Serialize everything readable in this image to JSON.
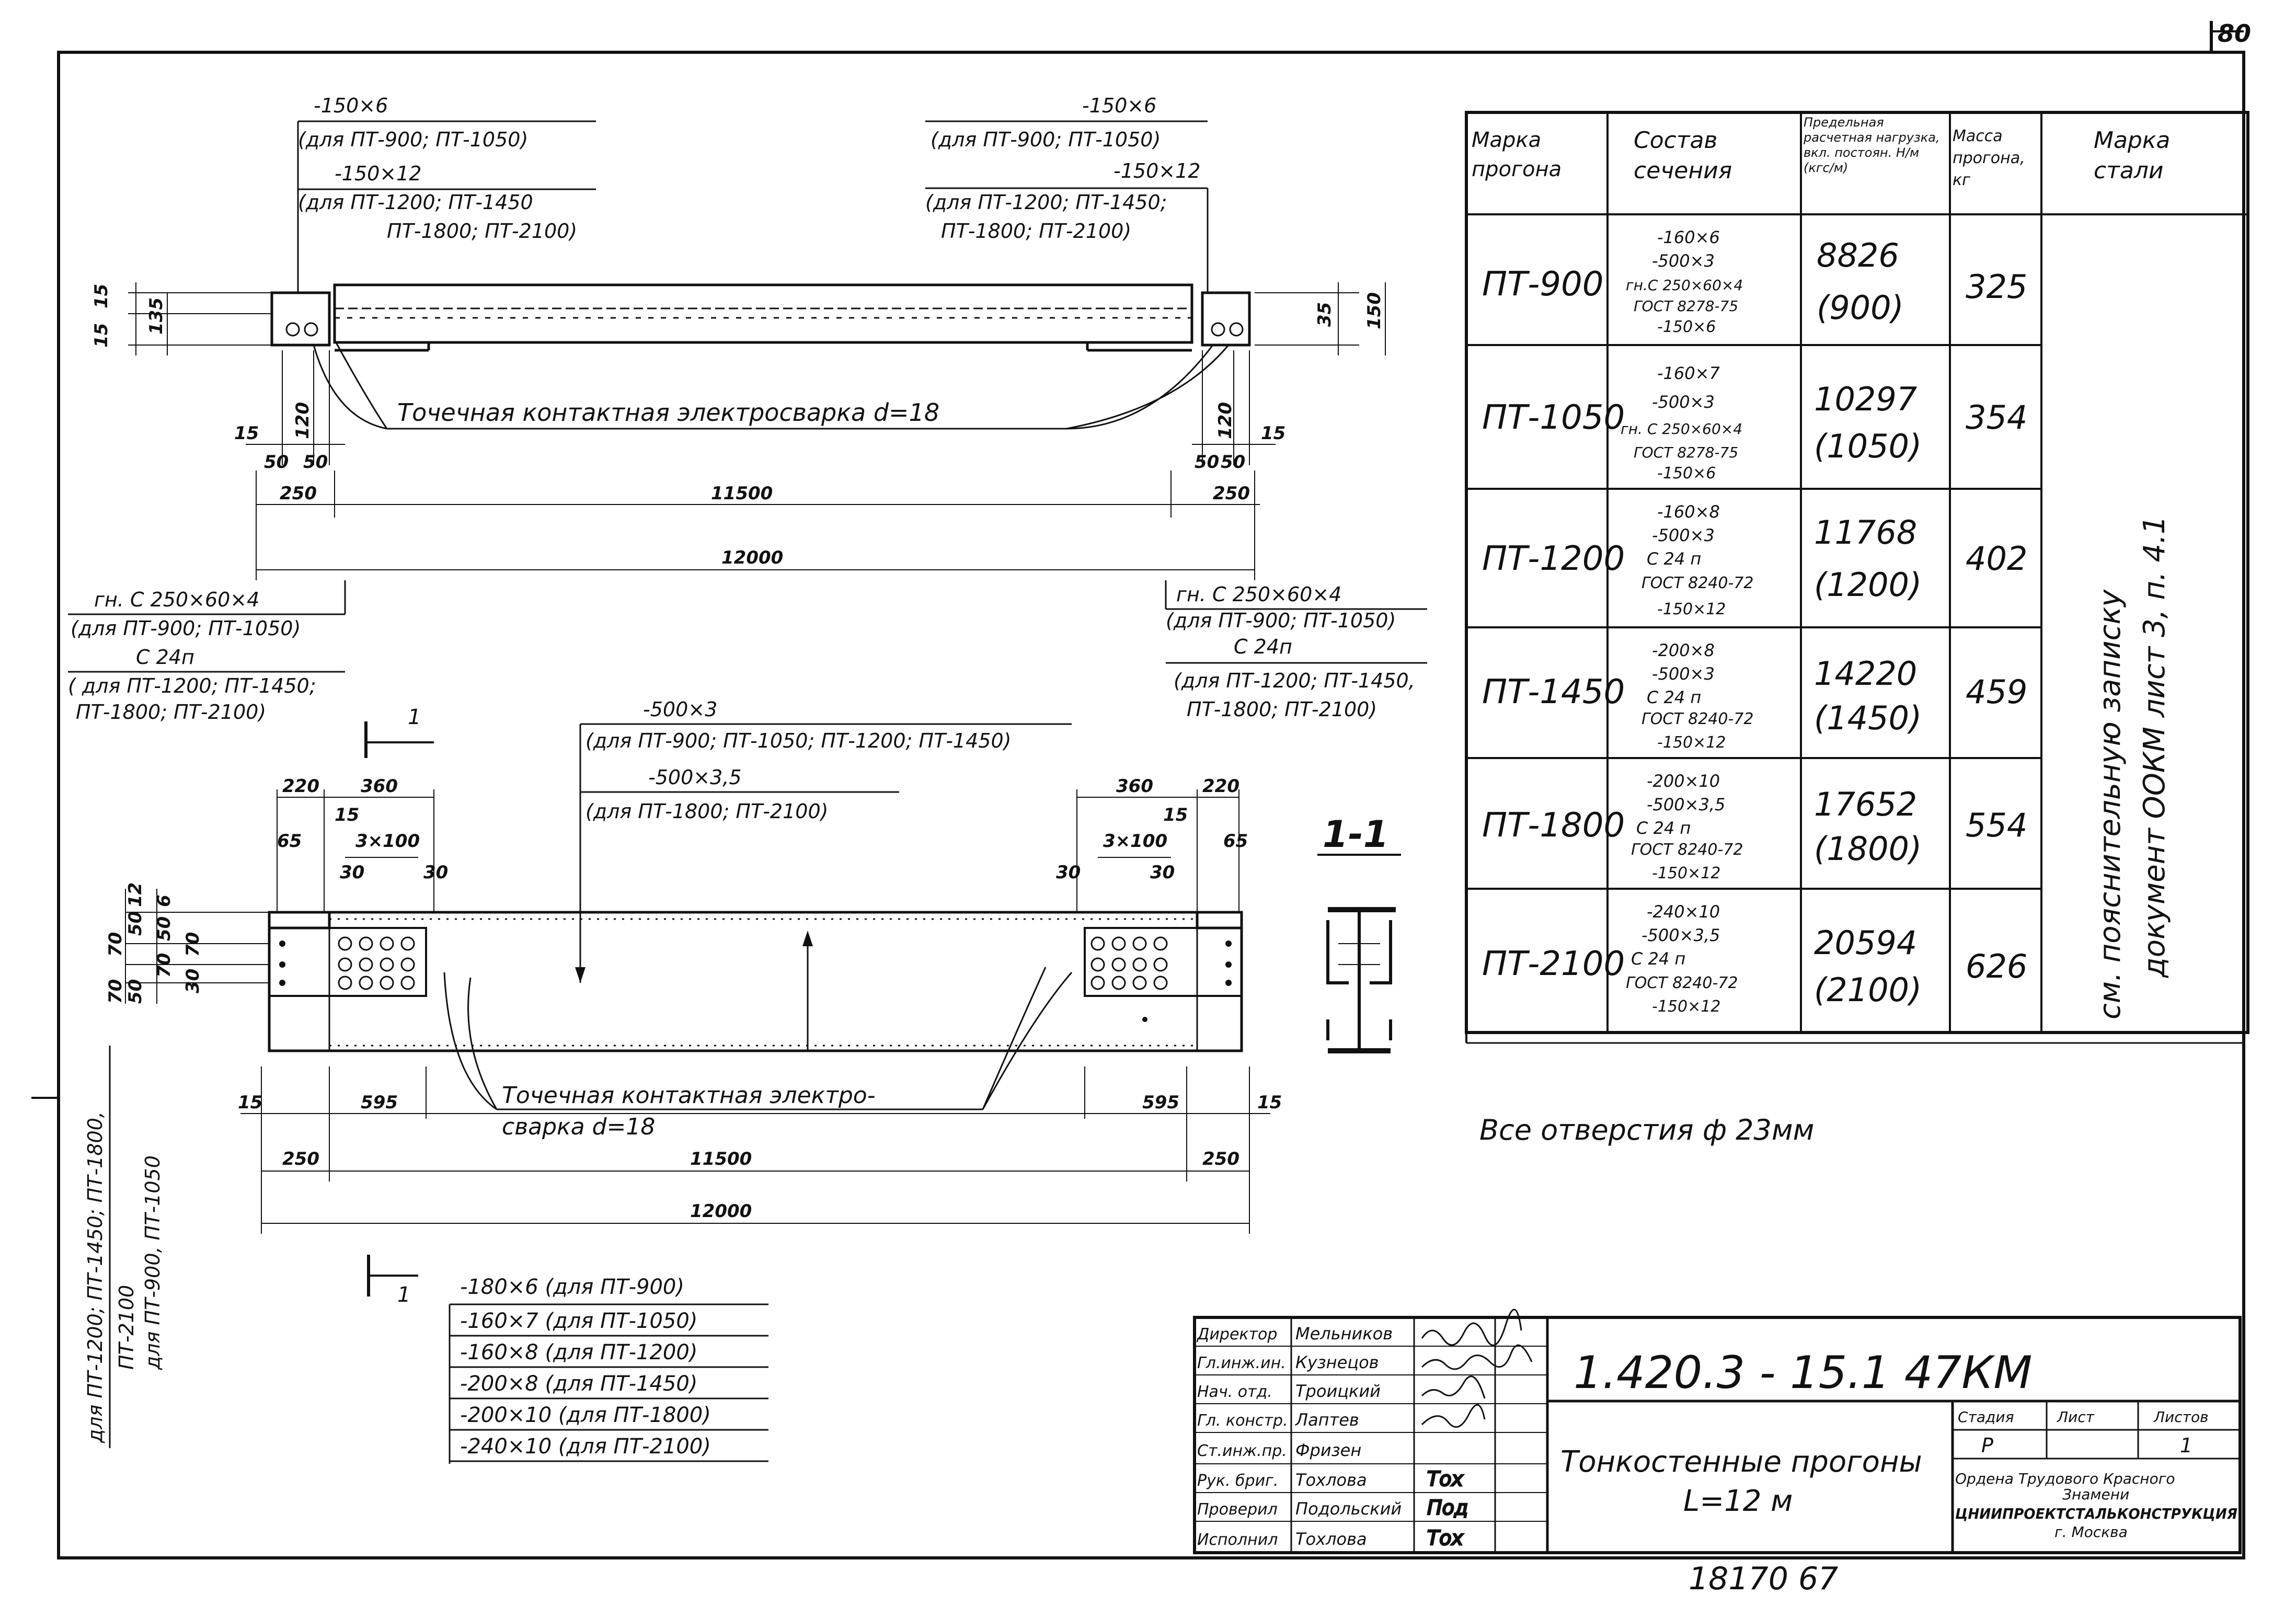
{
  "sheet_number": "80",
  "top_view": {
    "left_plate_notes": [
      "-150×6",
      "(для ПТ-900; ПТ-1050)",
      "-150×12",
      "(для ПТ-1200; ПТ-1450",
      "ПТ-1800; ПТ-2100)"
    ],
    "right_plate_notes": [
      "-150×6",
      "(для ПТ-900; ПТ-1050)",
      "-150×12",
      "(для ПТ-1200; ПТ-1450;",
      "ПТ-1800; ПТ-2100)"
    ],
    "weld_label": "Точечная   контактная   электросварка   d=18",
    "dims": {
      "d15a": "15",
      "d15b": "15",
      "d35": "35",
      "d150": "150",
      "d135": "135",
      "d120": "120",
      "d15": "15",
      "d50": "50",
      "d50b": "50",
      "d250": "250",
      "d11500": "11500",
      "d12000": "12000"
    },
    "left_channel_notes": [
      "гн. С 250×60×4",
      "(для ПТ-900; ПТ-1050)",
      "С 24п",
      "( для ПТ-1200; ПТ-1450;",
      "ПТ-1800; ПТ-2100)"
    ],
    "right_channel_notes": [
      "гн. С 250×60×4",
      "(для ПТ-900; ПТ-1050)",
      "С 24п",
      "(для ПТ-1200; ПТ-1450,",
      "ПТ-1800; ПТ-2100)"
    ]
  },
  "bottom_view": {
    "web_notes": [
      "-500×3",
      "(для ПТ-900; ПТ-1050; ПТ-1200; ПТ-1450)",
      "-500×3,5",
      "(для ПТ-1800; ПТ-2100)"
    ],
    "section_mark": "1",
    "section_title": "1-1",
    "dims": {
      "d220": "220",
      "d360": "360",
      "d15": "15",
      "d65": "65",
      "d3x100": "3×100",
      "d30": "30",
      "d50": "50",
      "d70": "70",
      "d12": "12",
      "d6": "6",
      "d595": "595",
      "d250": "250",
      "d11500": "11500",
      "d12000": "12000"
    },
    "weld_label_1": "Точечная  контактная  электро-",
    "weld_label_2": "сварка      d=18",
    "vertical_notes": [
      "для ПТ-1200; ПТ-1450; ПТ-1800,",
      "ПТ-2100",
      "для ПТ-900, ПТ-1050"
    ],
    "flange_list": [
      "-180×6  (для  ПТ-900)",
      "-160×7  (для  ПТ-1050)",
      "-160×8  (для  ПТ-1200)",
      "-200×8  (для  ПТ-1450)",
      "-200×10 (для  ПТ-1800)",
      "-240×10 (для  ПТ-2100)"
    ]
  },
  "spec_table": {
    "headers": [
      "Марка прогона",
      "Состав сечения",
      "Предельная расчетная нагрузка, вкл. постоян. Н/м (кгс/м)",
      "Масса прогона, кг",
      "Марка стали"
    ],
    "rows": [
      {
        "mark": "ПТ-900",
        "section": [
          "-160×6",
          "-500×3",
          "гн.С 250×60×4",
          "ГОСТ 8278-75",
          "-150×6"
        ],
        "load": "8826",
        "load_kgs": "(900)",
        "mass": "325"
      },
      {
        "mark": "ПТ-1050",
        "section": [
          "-160×7",
          "-500×3",
          "гн. С 250×60×4",
          "ГОСТ 8278-75",
          "-150×6"
        ],
        "load": "10297",
        "load_kgs": "(1050)",
        "mass": "354"
      },
      {
        "mark": "ПТ-1200",
        "section": [
          "-160×8",
          "-500×3",
          "С 24 п",
          "ГОСТ 8240-72",
          "-150×12"
        ],
        "load": "11768",
        "load_kgs": "(1200)",
        "mass": "402"
      },
      {
        "mark": "ПТ-1450",
        "section": [
          "-200×8",
          "-500×3",
          "С 24 п",
          "ГОСТ 8240-72",
          "-150×12"
        ],
        "load": "14220",
        "load_kgs": "(1450)",
        "mass": "459"
      },
      {
        "mark": "ПТ-1800",
        "section": [
          "-200×10",
          "-500×3,5",
          "С 24 п",
          "ГОСТ 8240-72",
          "-150×12"
        ],
        "load": "17652",
        "load_kgs": "(1800)",
        "mass": "554"
      },
      {
        "mark": "ПТ-2100",
        "section": [
          "-240×10",
          "-500×3,5",
          "С 24 п",
          "ГОСТ 8240-72",
          "-150×12"
        ],
        "load": "20594",
        "load_kgs": "(2100)",
        "mass": "626"
      }
    ],
    "steel_note_1": "см. пояснительную записку",
    "steel_note_2": "документ ООКМ лист 3, п. 4.1"
  },
  "holes_note": "Все отверстия  ф 23мм",
  "title_block": {
    "roles": [
      "Директор",
      "Гл.инж.ин.",
      "Нач. отд.",
      "Гл. констр.",
      "Ст.инж.пр.",
      "Рук. бриг.",
      "Проверил",
      "Исполнил"
    ],
    "names": [
      "Мельников",
      "Кузнецов",
      "Троицкий",
      "Лаптев",
      "Фризен",
      "Тохлова",
      "Подольский",
      "Тохлова"
    ],
    "signatures": [
      "",
      "",
      "",
      "",
      "",
      "Тох",
      "Под",
      "Тох"
    ],
    "code": "1.420.3 - 15.1  47КМ",
    "title_1": "Тонкостенные прогоны",
    "title_2": "L=12 м",
    "stage_label": "Стадия",
    "sheet_label": "Лист",
    "sheets_label": "Листов",
    "stage": "Р",
    "sheets": "1",
    "org_1": "Ордена  Трудового  Красного",
    "org_2": "Знамени",
    "org_3": "ЦНИИПРОЕКТСТАЛЬКОНСТРУКЦИЯ",
    "org_4": "г. Москва",
    "archive": "18170   67"
  }
}
